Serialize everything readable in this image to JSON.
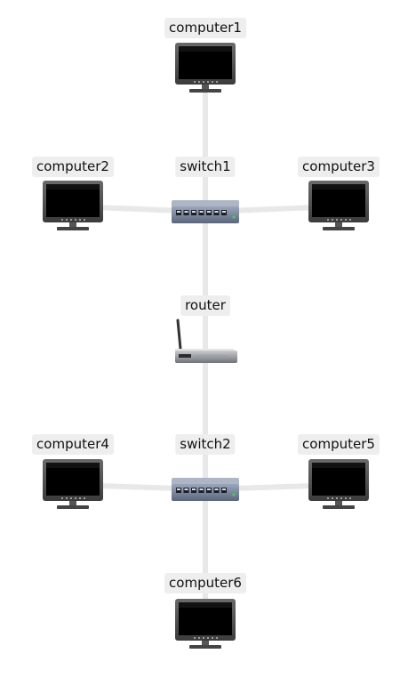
{
  "diagram": {
    "type": "network-topology",
    "colors": {
      "background": "#ffffff",
      "link": "#e8e8e8",
      "label_bg": "#eeeeee",
      "monitor_frame": "#555555",
      "monitor_screen": "#000000",
      "switch_body": "#6d7b95",
      "router_body": "#8a8d92"
    },
    "nodes": {
      "computer1": {
        "label": "computer1",
        "icon": "monitor-icon"
      },
      "computer2": {
        "label": "computer2",
        "icon": "monitor-icon"
      },
      "computer3": {
        "label": "computer3",
        "icon": "monitor-icon"
      },
      "switch1": {
        "label": "switch1",
        "icon": "switch-icon"
      },
      "router": {
        "label": "router",
        "icon": "router-icon"
      },
      "computer4": {
        "label": "computer4",
        "icon": "monitor-icon"
      },
      "computer5": {
        "label": "computer5",
        "icon": "monitor-icon"
      },
      "switch2": {
        "label": "switch2",
        "icon": "switch-icon"
      },
      "computer6": {
        "label": "computer6",
        "icon": "monitor-icon"
      }
    },
    "links": [
      [
        "computer1",
        "switch1"
      ],
      [
        "computer2",
        "switch1"
      ],
      [
        "computer3",
        "switch1"
      ],
      [
        "switch1",
        "router"
      ],
      [
        "router",
        "switch2"
      ],
      [
        "computer4",
        "switch2"
      ],
      [
        "computer5",
        "switch2"
      ],
      [
        "switch2",
        "computer6"
      ]
    ]
  }
}
